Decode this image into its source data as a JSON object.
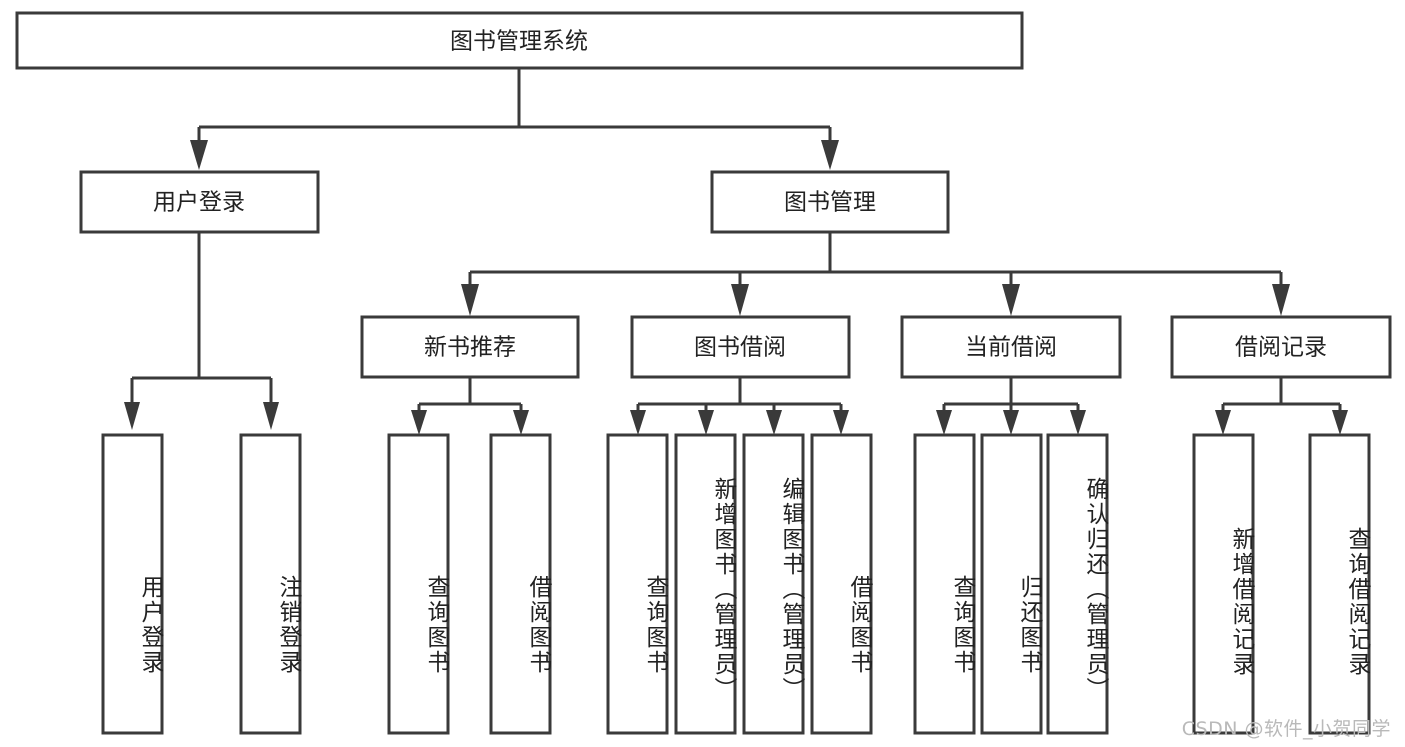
{
  "diagram": {
    "type": "tree-hierarchy",
    "title": "图书管理系统",
    "root": {
      "id": "root",
      "label": "图书管理系统",
      "orientation": "horizontal"
    },
    "level1": [
      {
        "id": "user-login",
        "label": "用户登录",
        "orientation": "horizontal"
      },
      {
        "id": "book-manage",
        "label": "图书管理",
        "orientation": "horizontal"
      }
    ],
    "level2": [
      {
        "id": "new-book-recommend",
        "label": "新书推荐",
        "parent": "book-manage",
        "orientation": "horizontal"
      },
      {
        "id": "book-borrow",
        "label": "图书借阅",
        "parent": "book-manage",
        "orientation": "horizontal"
      },
      {
        "id": "current-borrow",
        "label": "当前借阅",
        "parent": "book-manage",
        "orientation": "horizontal"
      },
      {
        "id": "borrow-record",
        "label": "借阅记录",
        "parent": "book-manage",
        "orientation": "horizontal"
      }
    ],
    "leaves": [
      {
        "id": "leaf-user-login",
        "label": "用户登录",
        "parent": "user-login",
        "orientation": "vertical"
      },
      {
        "id": "leaf-logout",
        "label": "注销登录",
        "parent": "user-login",
        "orientation": "vertical"
      },
      {
        "id": "leaf-query-book-1",
        "label": "查询图书",
        "parent": "new-book-recommend",
        "orientation": "vertical"
      },
      {
        "id": "leaf-borrow-book-1",
        "label": "借阅图书",
        "parent": "new-book-recommend",
        "orientation": "vertical"
      },
      {
        "id": "leaf-query-book-2",
        "label": "查询图书",
        "parent": "book-borrow",
        "orientation": "vertical"
      },
      {
        "id": "leaf-add-book",
        "label": "新增图书（管理员）",
        "parent": "book-borrow",
        "orientation": "vertical"
      },
      {
        "id": "leaf-edit-book",
        "label": "编辑图书（管理员）",
        "parent": "book-borrow",
        "orientation": "vertical"
      },
      {
        "id": "leaf-borrow-book-2",
        "label": "借阅图书",
        "parent": "book-borrow",
        "orientation": "vertical"
      },
      {
        "id": "leaf-query-book-3",
        "label": "查询图书",
        "parent": "current-borrow",
        "orientation": "vertical"
      },
      {
        "id": "leaf-return-book",
        "label": "归还图书",
        "parent": "current-borrow",
        "orientation": "vertical"
      },
      {
        "id": "leaf-confirm-return",
        "label": "确认归还（管理员）",
        "parent": "current-borrow",
        "orientation": "vertical"
      },
      {
        "id": "leaf-add-record",
        "label": "新增借阅记录",
        "parent": "borrow-record",
        "orientation": "vertical"
      },
      {
        "id": "leaf-query-record",
        "label": "查询借阅记录",
        "parent": "borrow-record",
        "orientation": "vertical"
      }
    ],
    "watermark": "CSDN @软件_小贺同学",
    "colors": {
      "stroke": "#3a3a3a",
      "box_fill": "#ffffff",
      "text": "#222222",
      "background": "#ffffff",
      "watermark": "#b9b9b9"
    }
  }
}
